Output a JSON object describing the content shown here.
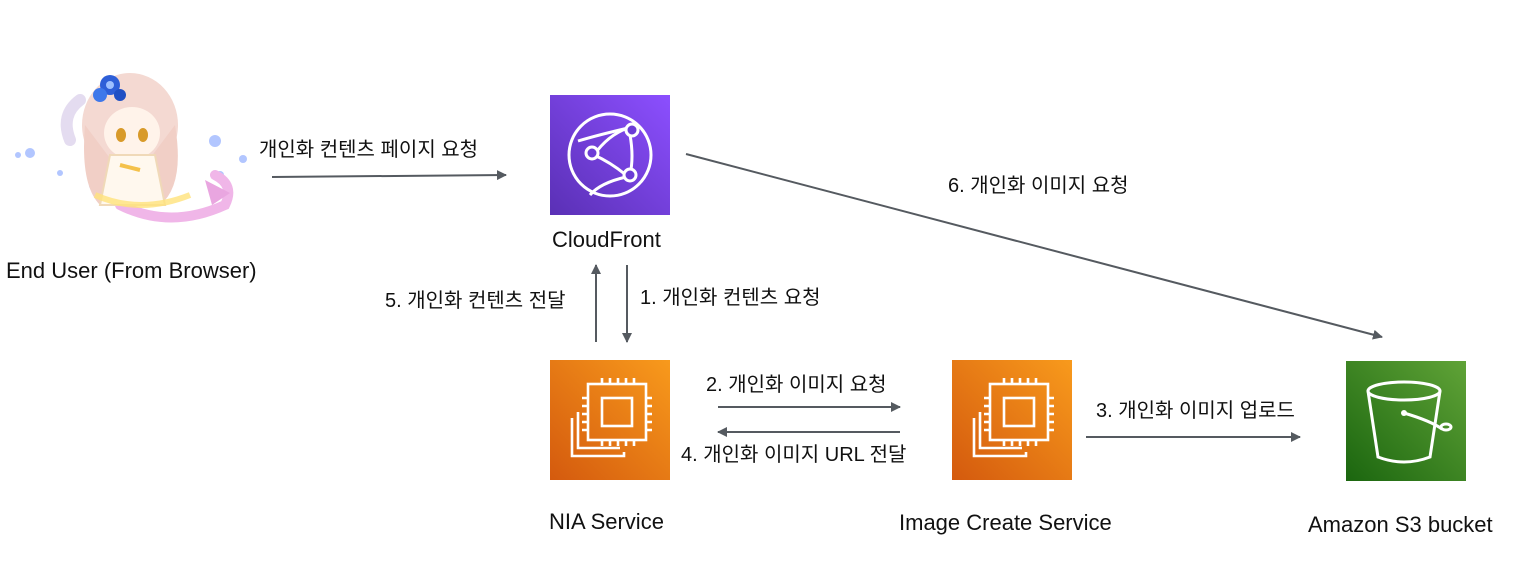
{
  "nodes": {
    "end_user": {
      "label": "End User (From Browser)"
    },
    "cloudfront": {
      "label": "CloudFront"
    },
    "nia_service": {
      "label": "NIA Service"
    },
    "image_create_service": {
      "label": "Image Create Service"
    },
    "s3_bucket": {
      "label": "Amazon S3 bucket"
    }
  },
  "edges": {
    "user_to_cloudfront": "개인화 컨텐츠 페이지 요청",
    "cloudfront_to_s3": "6. 개인화 이미지 요청",
    "nia_to_cloudfront": "5. 개인화 컨텐츠 전달",
    "cloudfront_to_nia": "1. 개인화 컨텐츠 요청",
    "nia_to_image": "2. 개인화 이미지 요청",
    "image_to_nia": "4. 개인화 이미지 URL 전달",
    "image_to_s3": "3. 개인화 이미지 업로드"
  },
  "colors": {
    "cloudfront_top": "#8c4fff",
    "cloudfront_bottom": "#5a30b5",
    "ec2_top": "#f89a1c",
    "ec2_bottom": "#d45a0e",
    "s3_top": "#60a337",
    "s3_bottom": "#1b660f",
    "arrow": "#555a60"
  },
  "icons": {
    "end_user": "character-avatar-icon",
    "cloudfront": "cloudfront-globe-icon",
    "nia_service": "ec2-chip-icon",
    "image_create_service": "ec2-chip-icon",
    "s3_bucket": "s3-bucket-icon"
  }
}
